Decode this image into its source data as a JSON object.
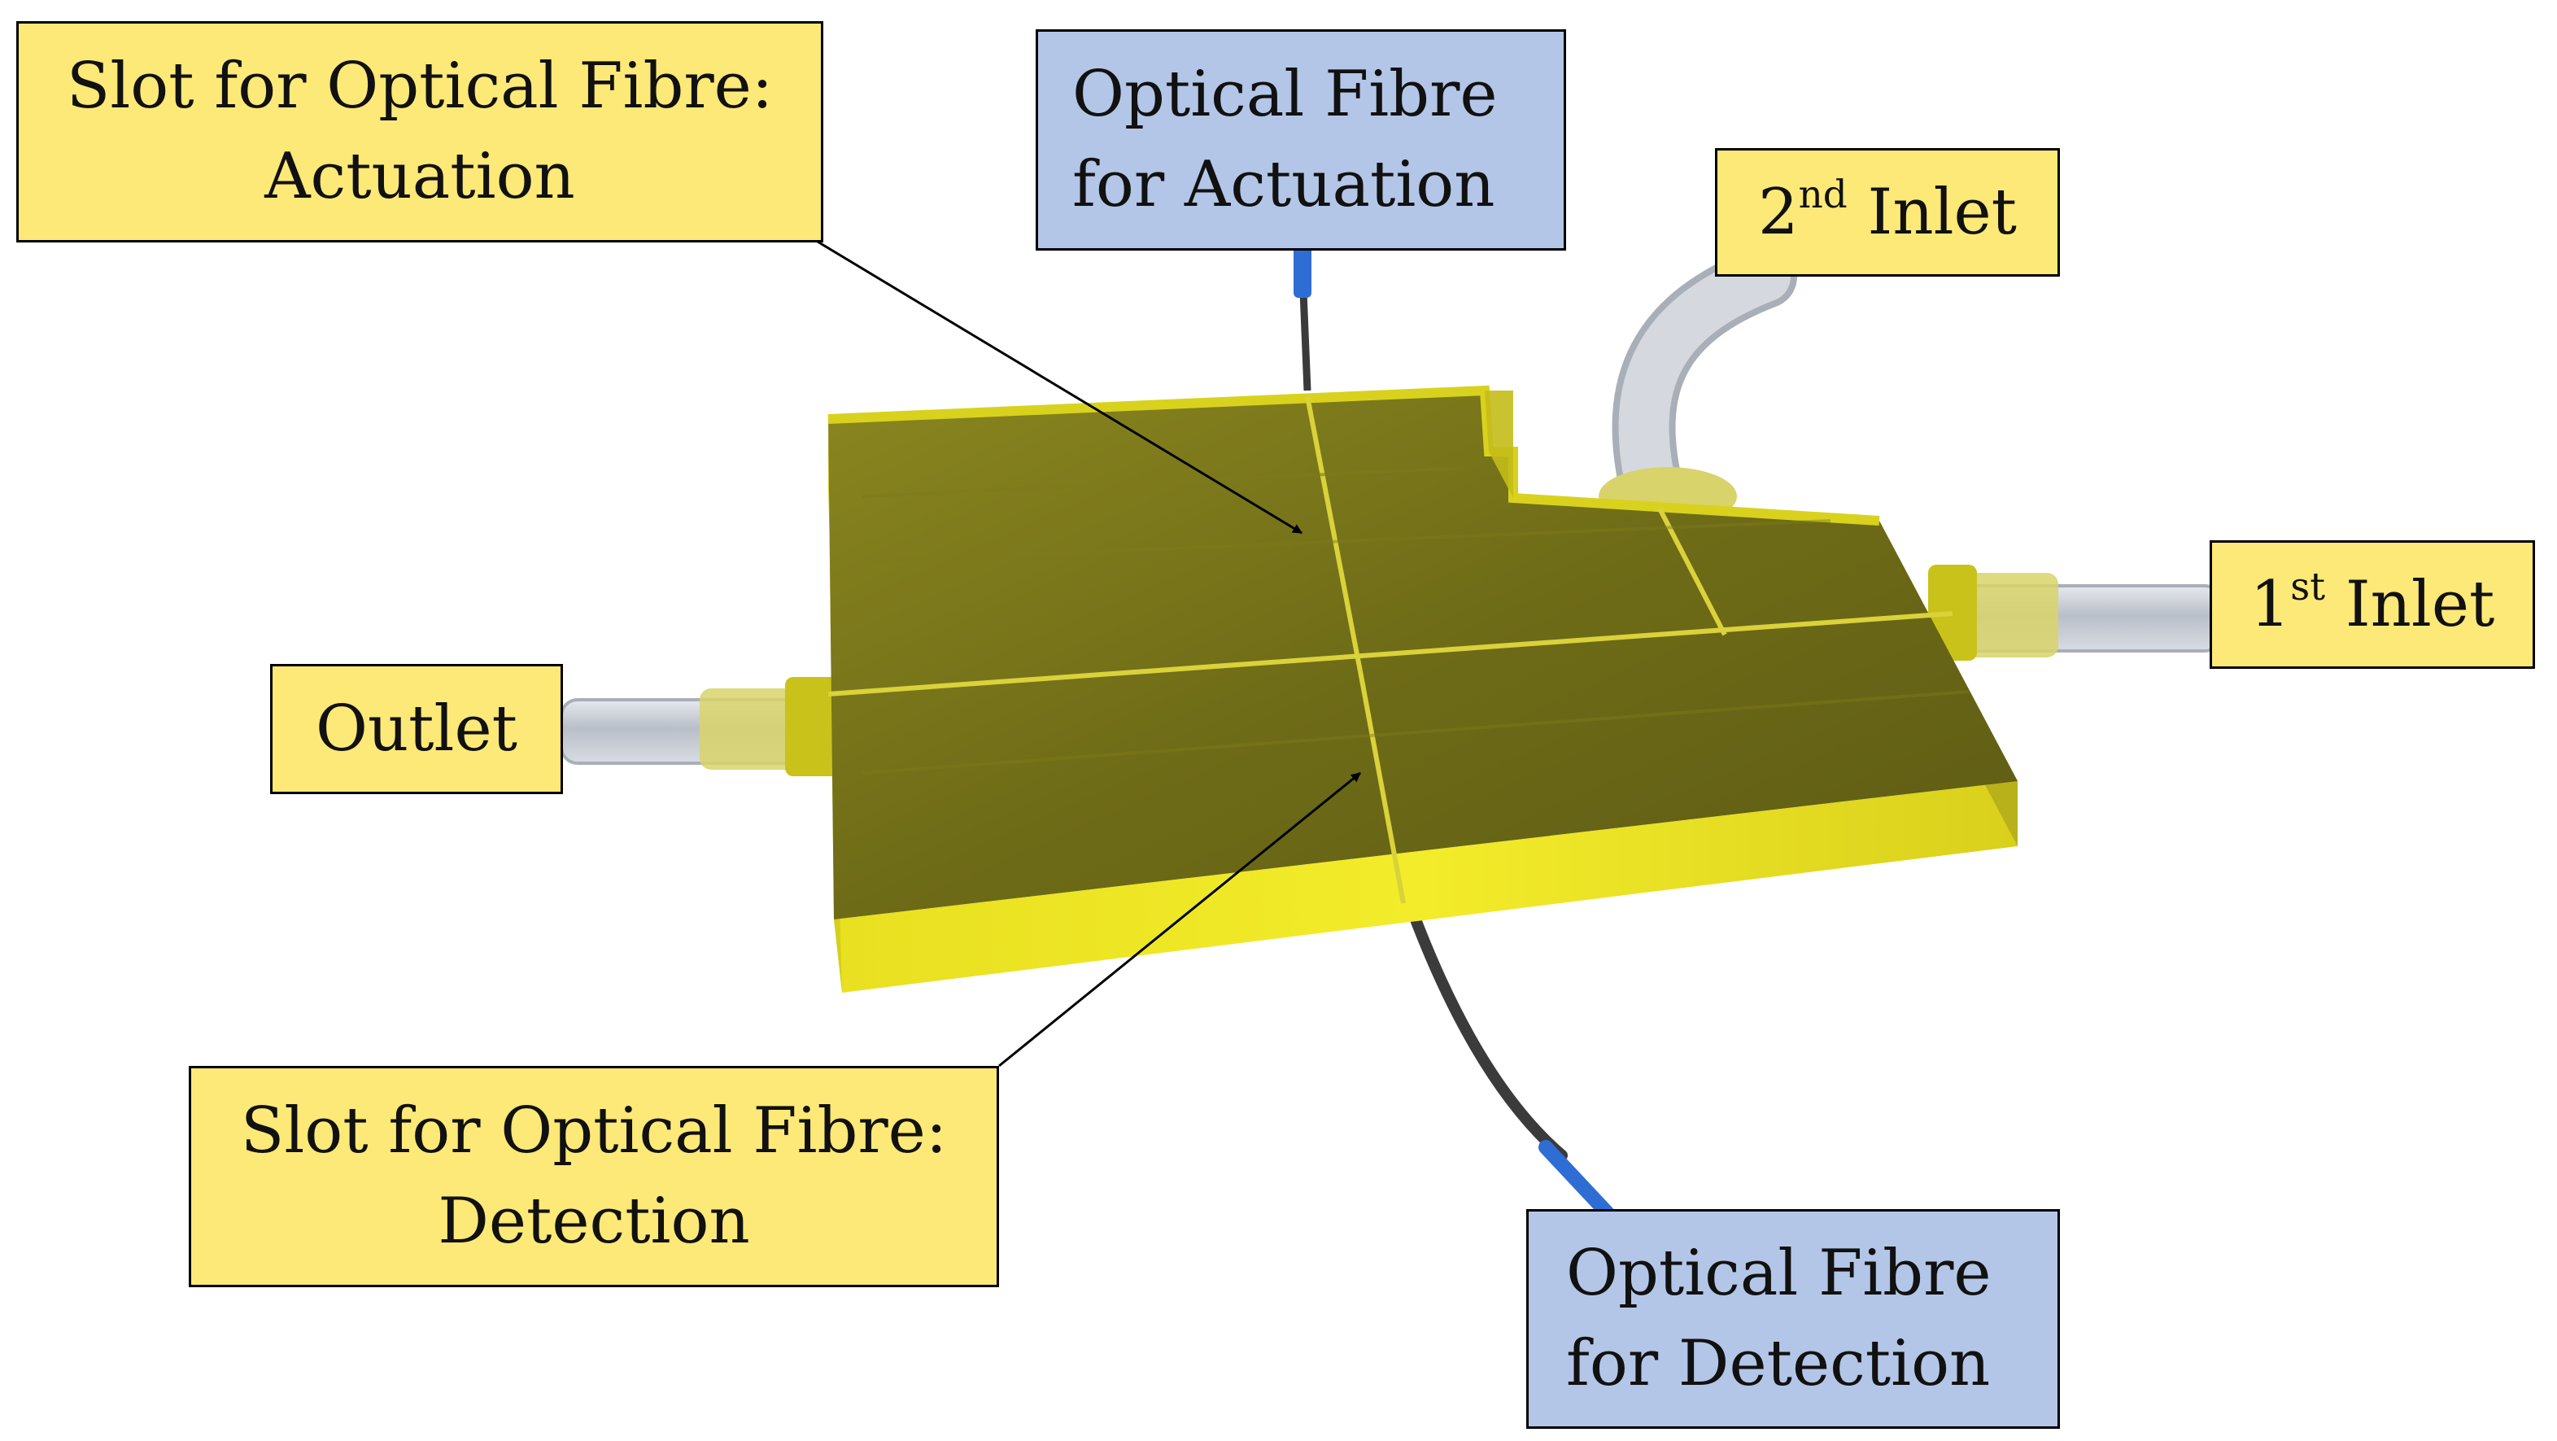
{
  "colors": {
    "label_yellow": "#fde977",
    "label_blue": "#b3c6e7",
    "chip_yellow": "#c9c21a",
    "chip_top": "#767318",
    "tubing": "#c9ced6",
    "fibre_jacket": "#2e6ed4"
  },
  "labels": {
    "slot_actuation": {
      "line1": "Slot for Optical Fibre:",
      "line2": "Actuation"
    },
    "fibre_actuation": {
      "line1": "Optical Fibre",
      "line2": "for Actuation"
    },
    "second_inlet": {
      "number": "2",
      "suffix": "nd",
      "text": "Inlet"
    },
    "first_inlet": {
      "number": "1",
      "suffix": "st",
      "text": "Inlet"
    },
    "outlet": {
      "text": "Outlet"
    },
    "slot_detection": {
      "line1": "Slot for Optical Fibre:",
      "line2": "Detection"
    },
    "fibre_detection": {
      "line1": "Optical Fibre",
      "line2": "for Detection"
    }
  },
  "icons": [
    "arrow-icon"
  ]
}
